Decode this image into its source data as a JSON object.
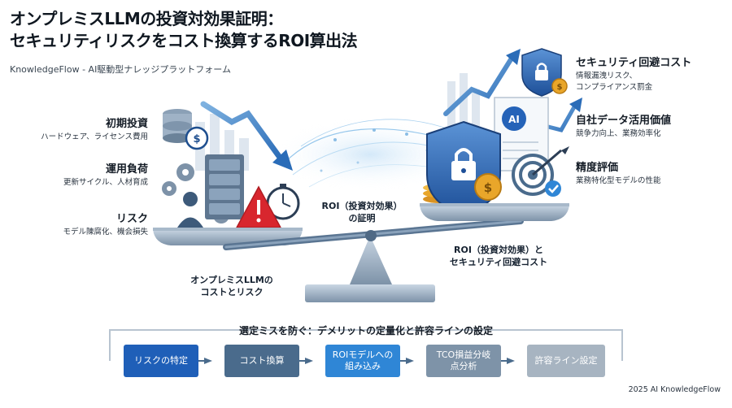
{
  "header": {
    "title_line1": "オンプレミスLLMの投資対効果証明：",
    "title_line2": "セキュリティリスクをコスト換算するROI算出法",
    "subtitle": "KnowledgeFlow - AI駆動型ナレッジプラットフォーム"
  },
  "left_items": [
    {
      "title": "初期投資",
      "desc": "ハードウェア、ライセンス費用"
    },
    {
      "title": "運用負荷",
      "desc": "更新サイクル、人材育成"
    },
    {
      "title": "リスク",
      "desc": "モデル陳腐化、機会損失"
    }
  ],
  "right_items": [
    {
      "title": "セキュリティ回避コスト",
      "desc1": "情報漏洩リスク、",
      "desc2": "コンプライアンス罰金"
    },
    {
      "title": "自社データ活用価値",
      "desc1": "競争力向上、業務効率化",
      "desc2": ""
    },
    {
      "title": "精度評価",
      "desc1": "業務特化型モデルの性能",
      "desc2": ""
    }
  ],
  "scale": {
    "center_line1": "ROI（投資対効果）",
    "center_line2": "の証明",
    "left_pan_line1": "オンプレミスLLMの",
    "left_pan_line2": "コストとリスク",
    "right_pan_line1": "ROI（投資対効果）と",
    "right_pan_line2": "セキュリティ回避コスト",
    "ai_badge": "AI"
  },
  "flow": {
    "title": "選定ミスを防ぐ：デメリットの定量化と許容ラインの設定",
    "steps": [
      {
        "line1": "リスクの特定",
        "line2": ""
      },
      {
        "line1": "コスト換算",
        "line2": ""
      },
      {
        "line1": "ROIモデルへの",
        "line2": "組み込み"
      },
      {
        "line1": "TCO損益分岐",
        "line2": "点分析"
      },
      {
        "line1": "許容ライン設定",
        "line2": ""
      }
    ]
  },
  "colors": {
    "step1": "#1f5fb8",
    "step2": "#4a6b8c",
    "step3": "#2f86d6",
    "step4": "#7e93a8",
    "step5": "#a7b4c1",
    "warning": "#d8262e",
    "shield": "#2563b8",
    "coin": "#e9a62a"
  },
  "footer": "2025 AI KnowledgeFlow"
}
